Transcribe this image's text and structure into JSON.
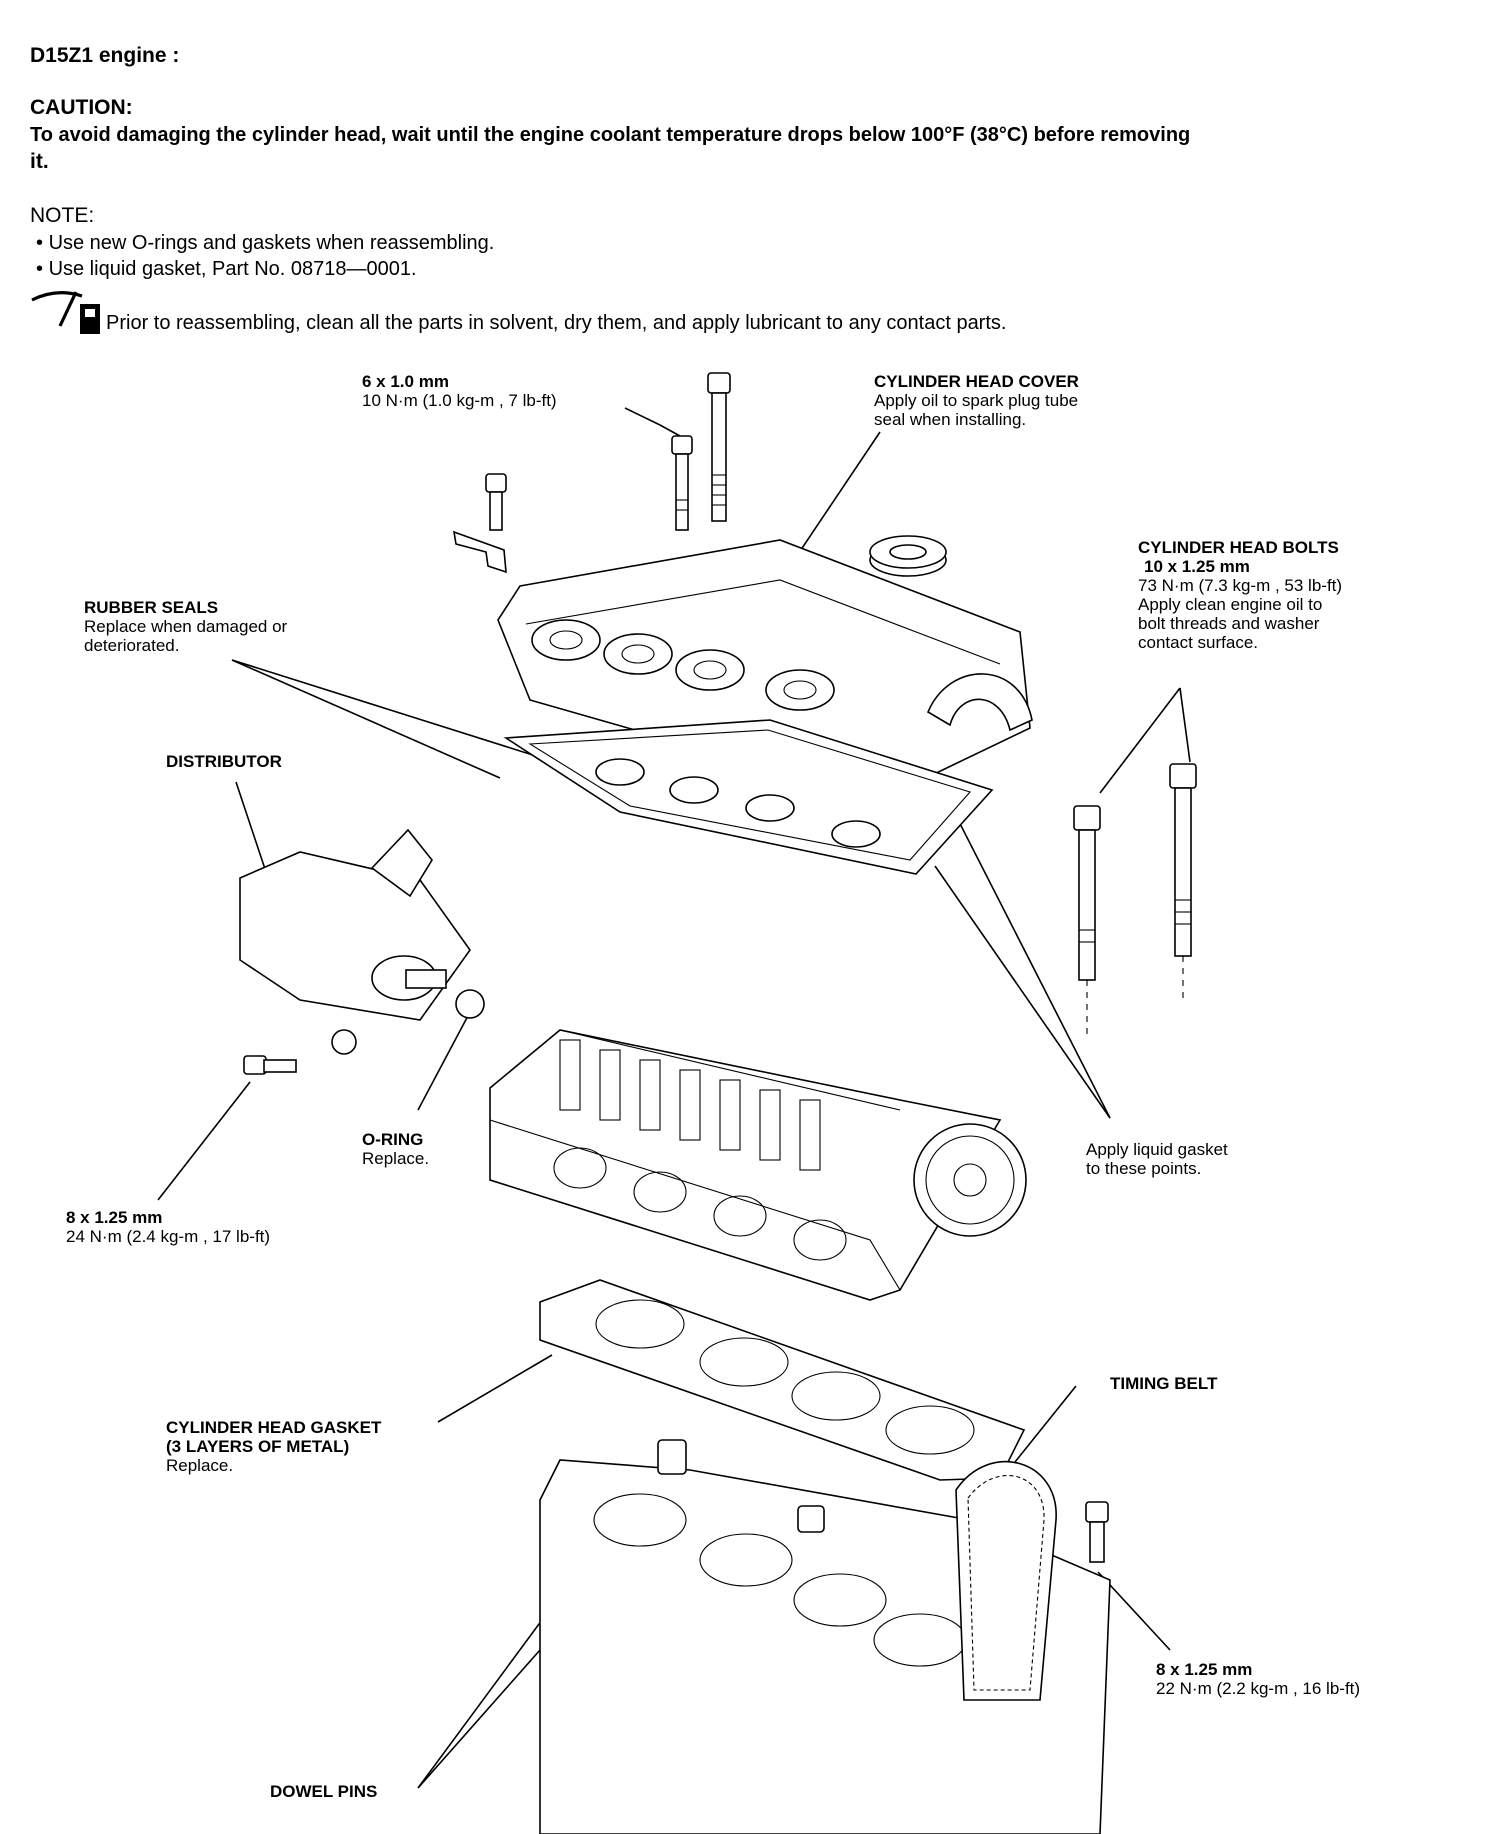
{
  "header": {
    "engine": "D15Z1 engine :",
    "caution_title": "CAUTION:",
    "caution_line1": "To avoid damaging the cylinder head, wait until the engine coolant temperature drops below 100°F (38°C) before removing",
    "caution_line2": "it.",
    "note_title": "NOTE:",
    "note_items": [
      "Use new O-rings and gaskets when reassembling.",
      "Use liquid gasket, Part No. 08718—0001."
    ],
    "prep_text": "Prior to reassembling, clean all the parts in solvent, dry them, and apply lubricant to any contact parts."
  },
  "callouts": {
    "cover_bolt": {
      "size": "6 x 1.0 mm",
      "torque": "10 N·m (1.0 kg-m , 7 lb-ft)"
    },
    "head_cover": {
      "title": "CYLINDER HEAD COVER",
      "line1": "Apply oil to spark plug tube",
      "line2": "seal when installing."
    },
    "head_bolts": {
      "title": "CYLINDER HEAD BOLTS",
      "size": "10 x 1.25 mm",
      "torque": "73 N·m (7.3 kg-m , 53 lb-ft)",
      "line1": "Apply clean engine oil to",
      "line2": "bolt threads and washer",
      "line3": "contact surface."
    },
    "rubber_seals": {
      "title": "RUBBER SEALS",
      "line1": "Replace when damaged or",
      "line2": "deteriorated."
    },
    "distributor": {
      "title": "DISTRIBUTOR"
    },
    "o_ring": {
      "title": "O-RING",
      "line1": "Replace."
    },
    "liquid_gasket": {
      "line1": "Apply liquid gasket",
      "line2": "to these points."
    },
    "dist_bolt": {
      "size": "8 x 1.25 mm",
      "torque": "24 N·m (2.4 kg-m , 17 lb-ft)"
    },
    "timing_belt": {
      "title": "TIMING BELT"
    },
    "head_gasket": {
      "title": "CYLINDER HEAD GASKET",
      "line1": "(3 LAYERS OF METAL)",
      "line2": "Replace."
    },
    "belt_bolt": {
      "size": "8 x 1.25 mm",
      "torque": "22 N·m (2.2 kg-m , 16 lb-ft)"
    },
    "dowel_pins": {
      "title": "DOWEL PINS"
    }
  },
  "icons": {
    "prep": "oil-can-icon"
  }
}
